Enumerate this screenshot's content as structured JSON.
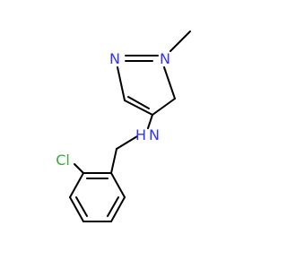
{
  "molecule": {
    "atoms": {
      "n_ring_double": {
        "label": "N",
        "color": "#3333ff"
      },
      "n_ring_methyl": {
        "label": "N",
        "color": "#3333ff"
      },
      "n_amine": {
        "label": "N",
        "color": "#3333ff"
      },
      "h_amine": {
        "label": "H",
        "color": "#3333ff"
      },
      "cl": {
        "label": "Cl",
        "color": "#33b033"
      }
    },
    "bond_color": "#000000"
  }
}
